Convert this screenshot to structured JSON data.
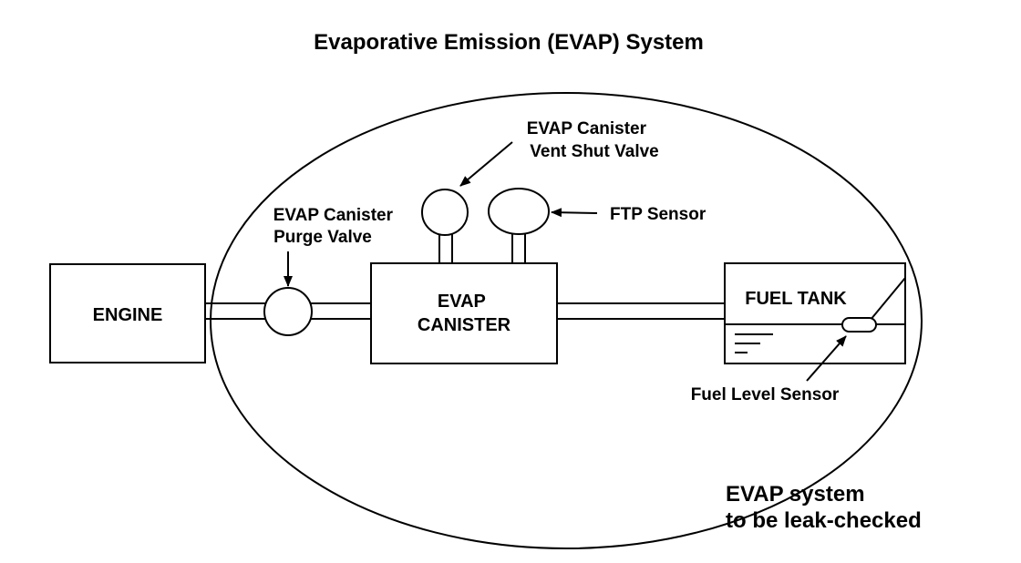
{
  "title": "Evaporative Emission (EVAP) System",
  "engine_label": "ENGINE",
  "purge_valve_label": [
    "EVAP Canister",
    "Purge Valve"
  ],
  "vent_valve_label": [
    "EVAP Canister",
    "Vent Shut Valve"
  ],
  "ftp_sensor_label": "FTP Sensor",
  "canister_label": [
    "EVAP",
    "CANISTER"
  ],
  "fuel_tank_label": "FUEL TANK",
  "fuel_level_sensor_label": "Fuel Level Sensor",
  "scope_note": [
    "EVAP system",
    "to be leak-checked"
  ],
  "colors": {
    "line": "#000000",
    "background": "#ffffff"
  }
}
